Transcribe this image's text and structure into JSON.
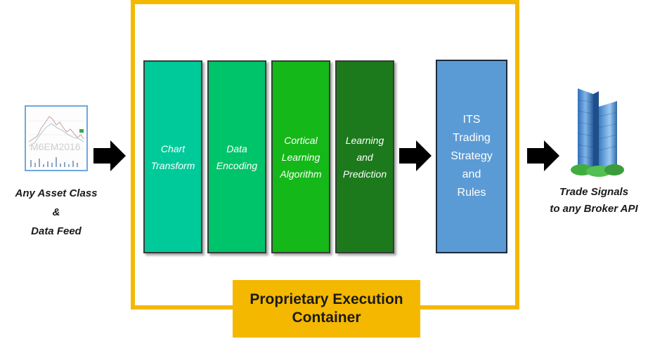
{
  "input": {
    "thumbnail_text": "M6EM2016",
    "caption_lines": [
      "Any Asset Class",
      "&",
      "Data Feed"
    ]
  },
  "stages": [
    {
      "lines": [
        "Chart",
        "Transform"
      ],
      "color": "#00c99a"
    },
    {
      "lines": [
        "Data",
        "Encoding"
      ],
      "color": "#00c46a"
    },
    {
      "lines": [
        "Cortical",
        "Learning",
        "Algorithm"
      ],
      "color": "#14b818"
    },
    {
      "lines": [
        "Learning",
        "and",
        "Prediction"
      ],
      "color": "#1c7a1c"
    }
  ],
  "its": {
    "lines": [
      "ITS",
      "Trading",
      "Strategy",
      "and",
      "Rules"
    ],
    "color": "#5b9bd5"
  },
  "container": {
    "label_lines": [
      "Proprietary Execution",
      "Container"
    ],
    "color": "#f5b800"
  },
  "output": {
    "caption_lines": [
      "Trade Signals",
      "to any Broker API"
    ]
  },
  "icons": [
    "price-chart-icon",
    "arrow-right-icon",
    "office-buildings-icon"
  ]
}
